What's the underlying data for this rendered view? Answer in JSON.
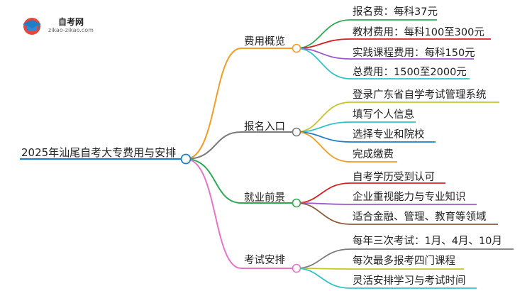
{
  "logo": {
    "name": "自考网",
    "url": "zikao-zikao.com"
  },
  "root": {
    "label": "2025年汕尾自考大专费用与安排"
  },
  "branches": [
    {
      "label": "费用概览",
      "color": "#f39c28",
      "children": [
        {
          "label": "报名费：每科37元",
          "color": "#2eaa55"
        },
        {
          "label": "教材费用：每科100至300元",
          "color": "#d42222"
        },
        {
          "label": "实践课程费用：每科150元",
          "color": "#9b59d0"
        },
        {
          "label": "总费用：1500至2000元",
          "color": "#2ec4c9"
        }
      ]
    },
    {
      "label": "报名入口",
      "color": "#7a7a7a",
      "children": [
        {
          "label": "登录广东省自学考试管理系统",
          "color": "#c9c42a"
        },
        {
          "label": "填写个人信息",
          "color": "#2ec4c9"
        },
        {
          "label": "选择专业和院校",
          "color": "#1f7fc4"
        },
        {
          "label": "完成缴费",
          "color": "#f39c28"
        }
      ]
    },
    {
      "label": "就业前景",
      "color": "#2eaa55",
      "children": [
        {
          "label": "自考学历受到认可",
          "color": "#d42222"
        },
        {
          "label": "企业重视能力与专业知识",
          "color": "#9b59d0"
        },
        {
          "label": "适合金融、管理、教育等领域",
          "color": "#8b5a3c"
        }
      ]
    },
    {
      "label": "考试安排",
      "color": "#e873c8",
      "children": [
        {
          "label": "每年三次考试：1月、4月、10月",
          "color": "#7a7a7a"
        },
        {
          "label": "每次最多报考四门课程",
          "color": "#c9c42a"
        },
        {
          "label": "灵活安排学习与考试时间",
          "color": "#2ec4c9"
        }
      ]
    }
  ],
  "colors": {
    "root_line": "#1f7fc4"
  }
}
